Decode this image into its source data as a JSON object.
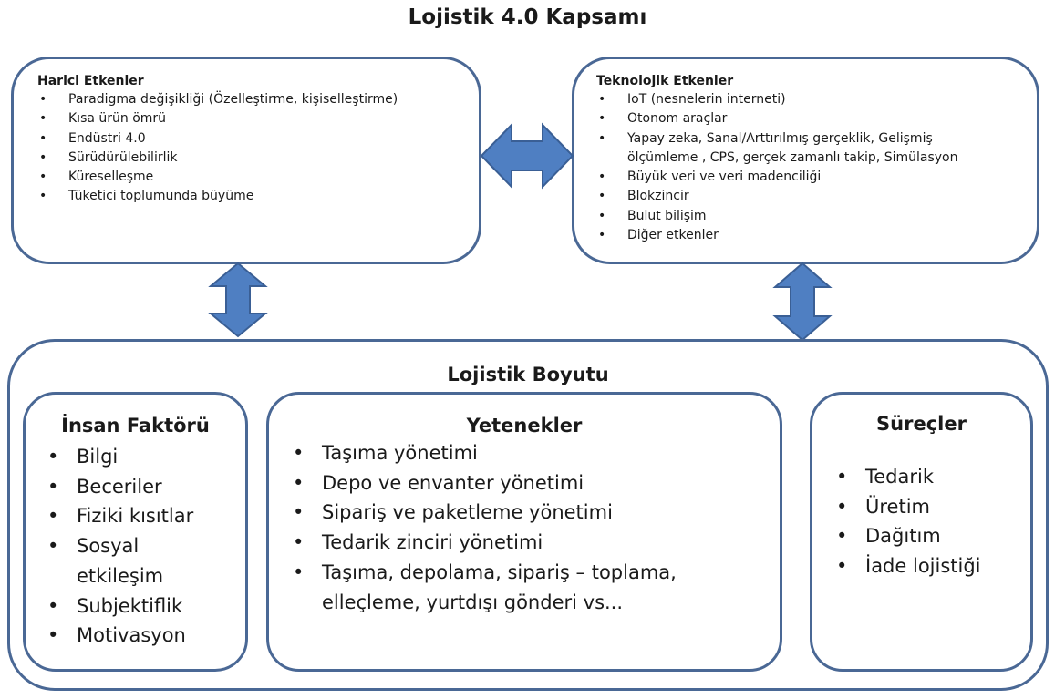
{
  "title": "Lojistik 4.0  Kapsamı",
  "external": {
    "heading": "Harici  Etkenler",
    "items": [
      "Paradigma değişikliği (Özelleştirme, kişiselleştirme)",
      "Kısa ürün ömrü",
      "Endüstri 4.0",
      "Sürüdürülebilirlik",
      "Küreselleşme",
      "Tüketici  toplumunda  büyüme"
    ]
  },
  "technological": {
    "heading": "Teknolojik  Etkenler",
    "items": [
      "IoT (nesnelerin interneti)",
      "Otonom  araçlar",
      "Yapay zeka, Sanal/Arttırılmış  gerçeklik,  Gelişmiş ölçümleme  , CPS, gerçek zamanlı takip, Simülasyon",
      "Büyük veri ve veri madenciliği",
      "Blokzincir",
      "Bulut bilişim",
      "Diğer etkenler"
    ]
  },
  "logistics": {
    "heading": "Lojistik Boyutu",
    "human": {
      "heading": "İnsan Faktörü",
      "items": [
        "Bilgi",
        "Beceriler",
        "Fiziki kısıtlar",
        "Sosyal etkileşim",
        "Subjektiflik",
        "Motivasyon"
      ]
    },
    "capabilities": {
      "heading": "Yetenekler",
      "items": [
        "Taşıma yönetimi",
        "Depo ve envanter yönetimi",
        "Sipariş ve paketleme yönetimi",
        "Tedarik zinciri yönetimi",
        "Taşıma, depolama, sipariş – toplama, elleçleme, yurtdışı gönderi vs..."
      ]
    },
    "processes": {
      "heading": "Süreçler",
      "items": [
        "Tedarik",
        "Üretim",
        "Dağıtım",
        "İade lojistiği"
      ]
    }
  },
  "colors": {
    "border": "#4a6895",
    "arrow_fill": "#4f7fc2",
    "arrow_stroke": "#3a5f95"
  }
}
